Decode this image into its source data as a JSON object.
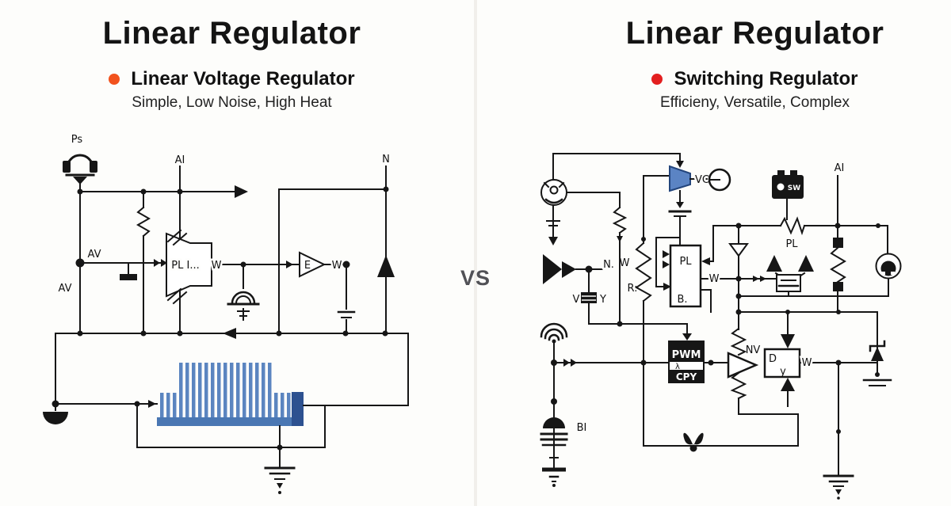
{
  "page": {
    "background": "#fdfdfb",
    "wire_color": "#161616"
  },
  "versus": "VS",
  "left_panel": {
    "title": "Linear Regulator",
    "bullet": {
      "color": "#f2521d"
    },
    "heading": "Linear Voltage Regulator",
    "tagline": "Simple, Low Noise, High Heat",
    "diagram": {
      "labels": {
        "ps": "Ps",
        "ai": "AI",
        "av_top": "AV",
        "av_side": "AV",
        "pass": "PL I...",
        "w_in": "W",
        "amp": "E",
        "w_out": "W",
        "n": "N"
      },
      "heatsink_colors": {
        "fin": "#5b85c0",
        "base": "#4a77b3",
        "end_cap": "#2d5190"
      }
    }
  },
  "right_panel": {
    "title": "Linear Regulator",
    "bullet": {
      "color": "#e31f1f"
    },
    "heading": "Switching Regulator",
    "tagline": "Efficieny, Versatile, Complex",
    "diagram": {
      "labels": {
        "vc": "VC",
        "ai": "AI",
        "battery": "SW",
        "n_node": "N.",
        "w_node": "W",
        "r": "R:",
        "pl_block": "PL",
        "b": "B.",
        "w_block": "W",
        "pl_res": "PL",
        "pwm": "PWM",
        "pwm_mid": "λ",
        "cpy": "CPY",
        "nv": "NV",
        "d": "D",
        "y_box": "y",
        "w_out": "W",
        "cap_v": "V",
        "cap_y": "Y",
        "bi": "BI"
      },
      "accent_blue": "#5b84c4"
    }
  }
}
